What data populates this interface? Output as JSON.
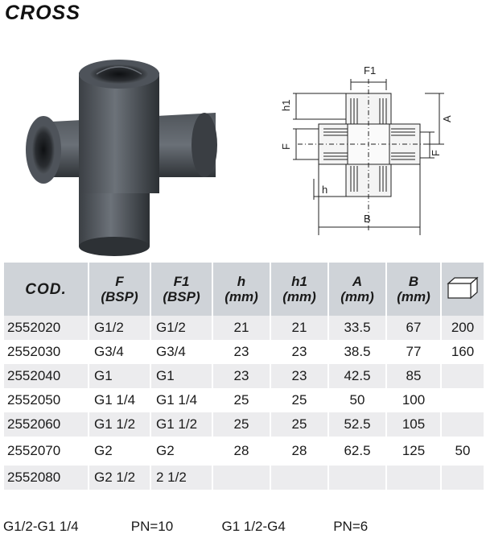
{
  "title": "CROSS",
  "drawing_labels": {
    "f1_top": "F1",
    "h1": "h1",
    "a": "A",
    "f_left": "F",
    "f_right": "F",
    "h": "h",
    "b": "B"
  },
  "table": {
    "headers": [
      {
        "line1": "COD.",
        "line2": ""
      },
      {
        "line1": "F",
        "line2": "(BSP)"
      },
      {
        "line1": "F1",
        "line2": "(BSP)"
      },
      {
        "line1": "h",
        "line2": "(mm)"
      },
      {
        "line1": "h1",
        "line2": "(mm)"
      },
      {
        "line1": "A",
        "line2": "(mm)"
      },
      {
        "line1": "B",
        "line2": "(mm)"
      }
    ],
    "package_icon": "box-icon",
    "rows": [
      {
        "cod": "2552020",
        "f": "G1/2",
        "f1": "G1/2",
        "h": "21",
        "h1": "21",
        "a": "33.5",
        "b": "67",
        "pack": "200"
      },
      {
        "cod": "2552030",
        "f": "G3/4",
        "f1": "G3/4",
        "h": "23",
        "h1": "23",
        "a": "38.5",
        "b": "77",
        "pack": "160"
      },
      {
        "cod": "2552040",
        "f": "G1",
        "f1": "G1",
        "h": "23",
        "h1": "23",
        "a": "42.5",
        "b": "85",
        "pack": ""
      },
      {
        "cod": "2552050",
        "f": "G1 1/4",
        "f1": "G1 1/4",
        "h": "25",
        "h1": "25",
        "a": "50",
        "b": "100",
        "pack": ""
      },
      {
        "cod": "2552060",
        "f": "G1 1/2",
        "f1": "G1 1/2",
        "h": "25",
        "h1": "25",
        "a": "52.5",
        "b": "105",
        "pack": ""
      },
      {
        "cod": "2552070",
        "f": "G2",
        "f1": "G2",
        "h": "28",
        "h1": "28",
        "a": "62.5",
        "b": "125",
        "pack": "50"
      },
      {
        "cod": "2552080",
        "f": "G2 1/2",
        "f1": "2 1/2",
        "h": "",
        "h1": "",
        "a": "",
        "b": "",
        "pack": ""
      }
    ]
  },
  "footer": {
    "range1": "G1/2-G1 1/4",
    "pn1": "PN=10",
    "range2": "G1 1/2-G4",
    "pn2": "PN=6"
  }
}
